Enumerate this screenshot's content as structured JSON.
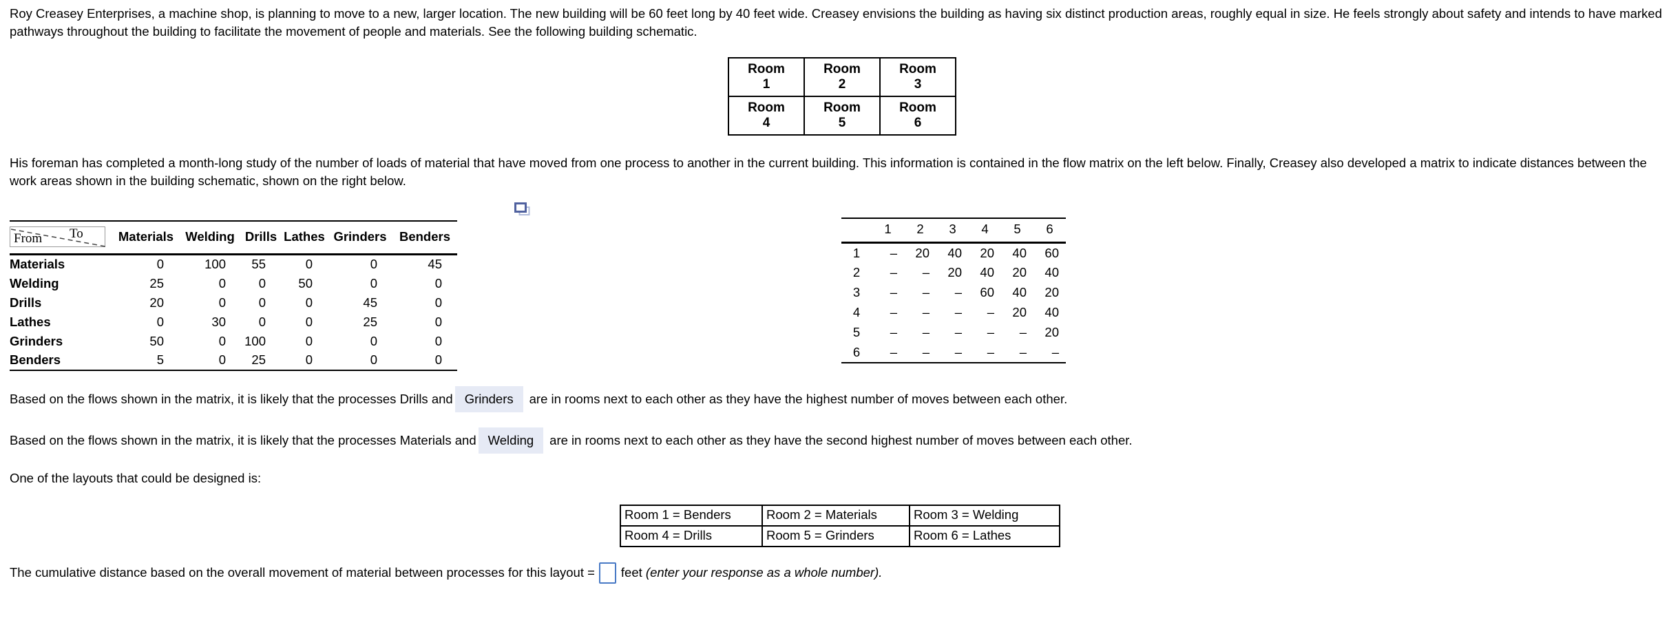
{
  "intro": {
    "p1": "Roy Creasey Enterprises, a machine shop, is planning to move to a new, larger location. The new building will be 60 feet long by 40 feet wide. Creasey envisions the building as having six distinct production areas, roughly equal in size. He feels strongly about safety and intends to have marked pathways throughout the building to facilitate the movement of people and materials. See the following building schematic.",
    "p2": "His foreman has completed a month-long study of the number of loads of material that have moved from one process to another in the current building. This information is contained in the flow matrix on the left below. Finally, Creasey also developed a matrix to indicate distances between the work areas shown in the building schematic, shown on the right below."
  },
  "schematic": {
    "rooms": [
      {
        "name": "Room",
        "num": "1"
      },
      {
        "name": "Room",
        "num": "2"
      },
      {
        "name": "Room",
        "num": "3"
      },
      {
        "name": "Room",
        "num": "4"
      },
      {
        "name": "Room",
        "num": "5"
      },
      {
        "name": "Room",
        "num": "6"
      }
    ]
  },
  "icons": {
    "duplicate_window_icon": "two overlapping rectangles"
  },
  "flow_matrix": {
    "corner_from": "From",
    "corner_to": "To",
    "columns": [
      "Materials",
      "Welding",
      "Drills",
      "Lathes",
      "Grinders",
      "Benders"
    ],
    "rows": [
      {
        "label": "Materials",
        "values": [
          "0",
          "100",
          "55",
          "0",
          "0",
          "45"
        ]
      },
      {
        "label": "Welding",
        "values": [
          "25",
          "0",
          "0",
          "50",
          "0",
          "0"
        ]
      },
      {
        "label": "Drills",
        "values": [
          "20",
          "0",
          "0",
          "0",
          "45",
          "0"
        ]
      },
      {
        "label": "Lathes",
        "values": [
          "0",
          "30",
          "0",
          "0",
          "25",
          "0"
        ]
      },
      {
        "label": "Grinders",
        "values": [
          "50",
          "0",
          "100",
          "0",
          "0",
          "0"
        ]
      },
      {
        "label": "Benders",
        "values": [
          "5",
          "0",
          "25",
          "0",
          "0",
          "0"
        ]
      }
    ]
  },
  "distance_matrix": {
    "columns": [
      "1",
      "2",
      "3",
      "4",
      "5",
      "6"
    ],
    "rows": [
      {
        "label": "1",
        "values": [
          "–",
          "20",
          "40",
          "20",
          "40",
          "60"
        ]
      },
      {
        "label": "2",
        "values": [
          "–",
          "–",
          "20",
          "40",
          "20",
          "40"
        ]
      },
      {
        "label": "3",
        "values": [
          "–",
          "–",
          "–",
          "60",
          "40",
          "20"
        ]
      },
      {
        "label": "4",
        "values": [
          "–",
          "–",
          "–",
          "–",
          "20",
          "40"
        ]
      },
      {
        "label": "5",
        "values": [
          "–",
          "–",
          "–",
          "–",
          "–",
          "20"
        ]
      },
      {
        "label": "6",
        "values": [
          "–",
          "–",
          "–",
          "–",
          "–",
          "–"
        ]
      }
    ]
  },
  "q1": {
    "before": "Based on the flows shown in the matrix, it is likely that the processes Drills and",
    "answer": "Grinders",
    "after": "are in rooms next to each other as they have the highest number of moves between each other."
  },
  "q2": {
    "before": "Based on the flows shown in the matrix, it is likely that the processes Materials and",
    "answer": "Welding",
    "after": "are in rooms next to each other as they have the second highest number of moves between each other."
  },
  "layout_intro": "One of the layouts that could be designed is:",
  "layout_table": {
    "rows": [
      [
        "Room 1 = Benders",
        "Room 2 = Materials",
        "Room 3 = Welding"
      ],
      [
        "Room 4 = Drills",
        "Room 5 = Grinders",
        "Room 6 = Lathes"
      ]
    ]
  },
  "final_line": {
    "before": "The cumulative distance based on the overall movement of material between processes for this layout =",
    "input_value": "",
    "unit": "feet",
    "note": "(enter your response as a whole number)."
  },
  "colors": {
    "answer_highlight": "#E6EAF5",
    "input_border": "#4879C5"
  }
}
